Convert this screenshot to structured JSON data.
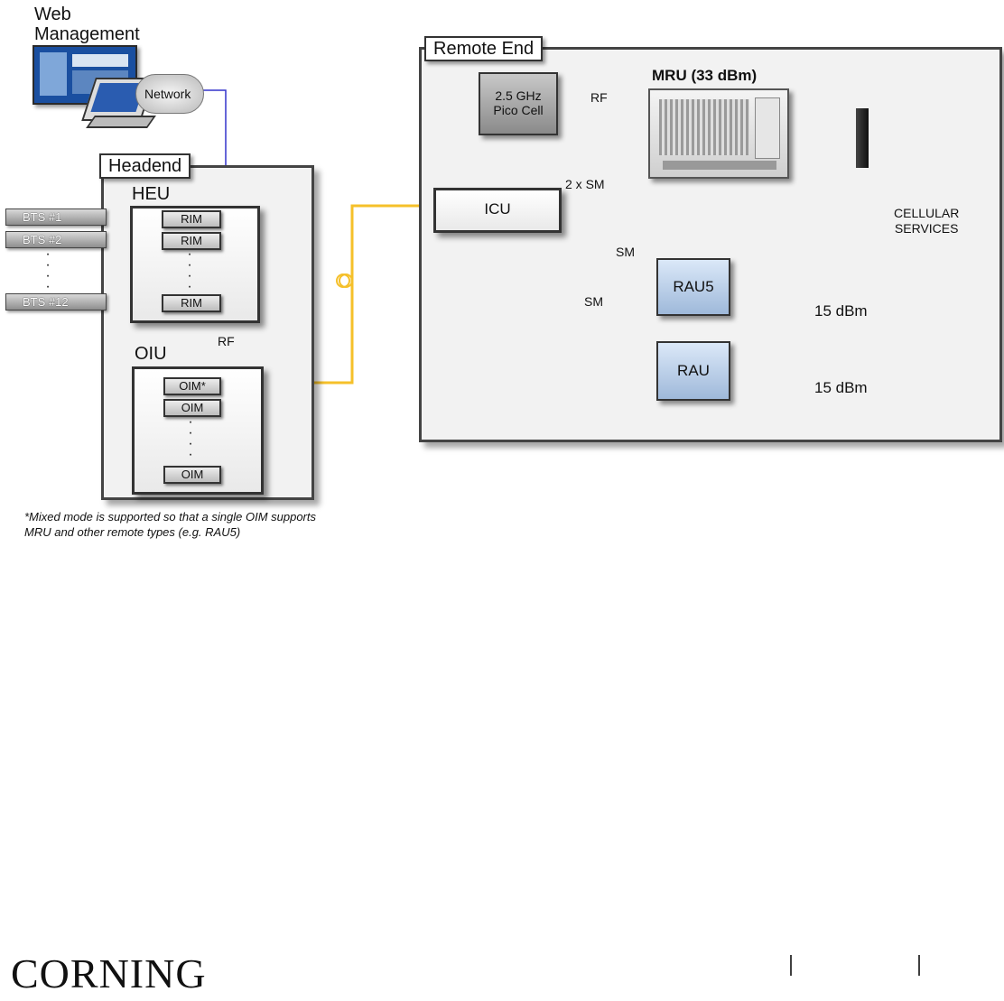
{
  "web": {
    "line1": "Web",
    "line2": "Management",
    "network": "Network"
  },
  "headend": {
    "title": "Headend",
    "heu": "HEU",
    "rim_labels": [
      "RIM",
      "RIM",
      "RIM"
    ],
    "bts": [
      "BTS #1",
      "BTS #2",
      "BTS #12"
    ],
    "rf": "RF",
    "oiu": "OIU",
    "oim_labels": [
      "OIM*",
      "OIM",
      "OIM"
    ]
  },
  "footnote": {
    "line1": "*Mixed mode is supported so that a single OIM supports",
    "line2": "MRU and other remote types (e.g. RAU5)"
  },
  "remote": {
    "title": "Remote End",
    "pico": {
      "line1": "2.5 GHz",
      "line2": "Pico Cell"
    },
    "rf": "RF",
    "mru": "MRU (33 dBm)",
    "icu": "ICU",
    "two_sm": "2 x SM",
    "sm1": "SM",
    "sm2": "SM",
    "rau5": "RAU5",
    "rau": "RAU",
    "dbm1": "15 dBm",
    "dbm2": "15 dBm",
    "cellular": {
      "line1": "CELLULAR",
      "line2": "SERVICES"
    }
  },
  "footer": {
    "logo": "CORNING"
  },
  "colors": {
    "fiber": "#f5c02a",
    "network_link": "#3333cc",
    "rau_fill": "#b9cde8",
    "panel": "#f2f2f2"
  }
}
